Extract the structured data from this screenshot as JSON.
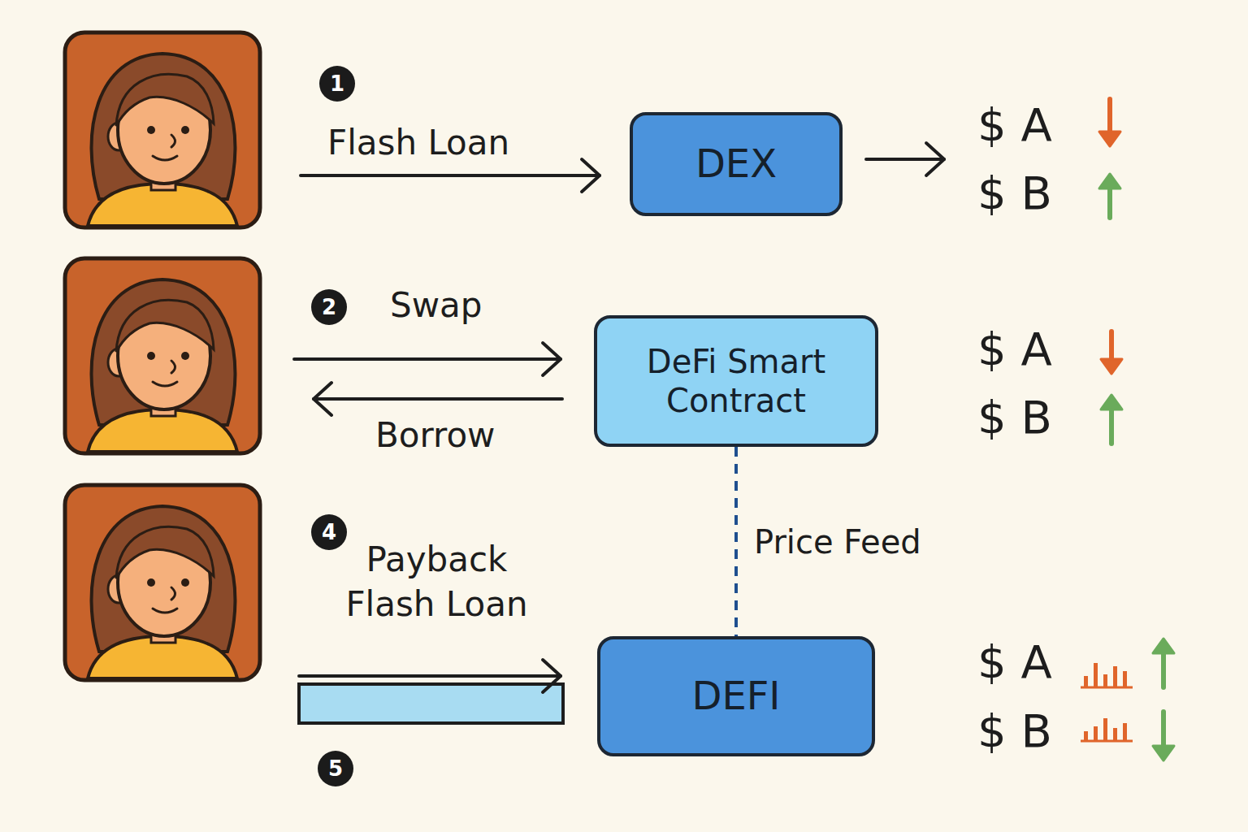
{
  "diagram": {
    "nodes": [
      {
        "text": [
          "DEX"
        ]
      },
      {
        "text": [
          "DeFi Smart Contract"
        ]
      },
      {
        "text": [
          "DEFI"
        ]
      }
    ],
    "edges": [
      {
        "from": 1,
        "to": 2,
        "arrow": "none",
        "label": "Price Feed"
      }
    ],
    "labels": [
      "1",
      "Flash Loan",
      "$ A",
      "$ B",
      "2",
      "Swap",
      "Borrow",
      "$ A",
      "$ B",
      "4",
      "Payback Flash Loan",
      "$ A",
      "$ B",
      "5"
    ]
  }
}
